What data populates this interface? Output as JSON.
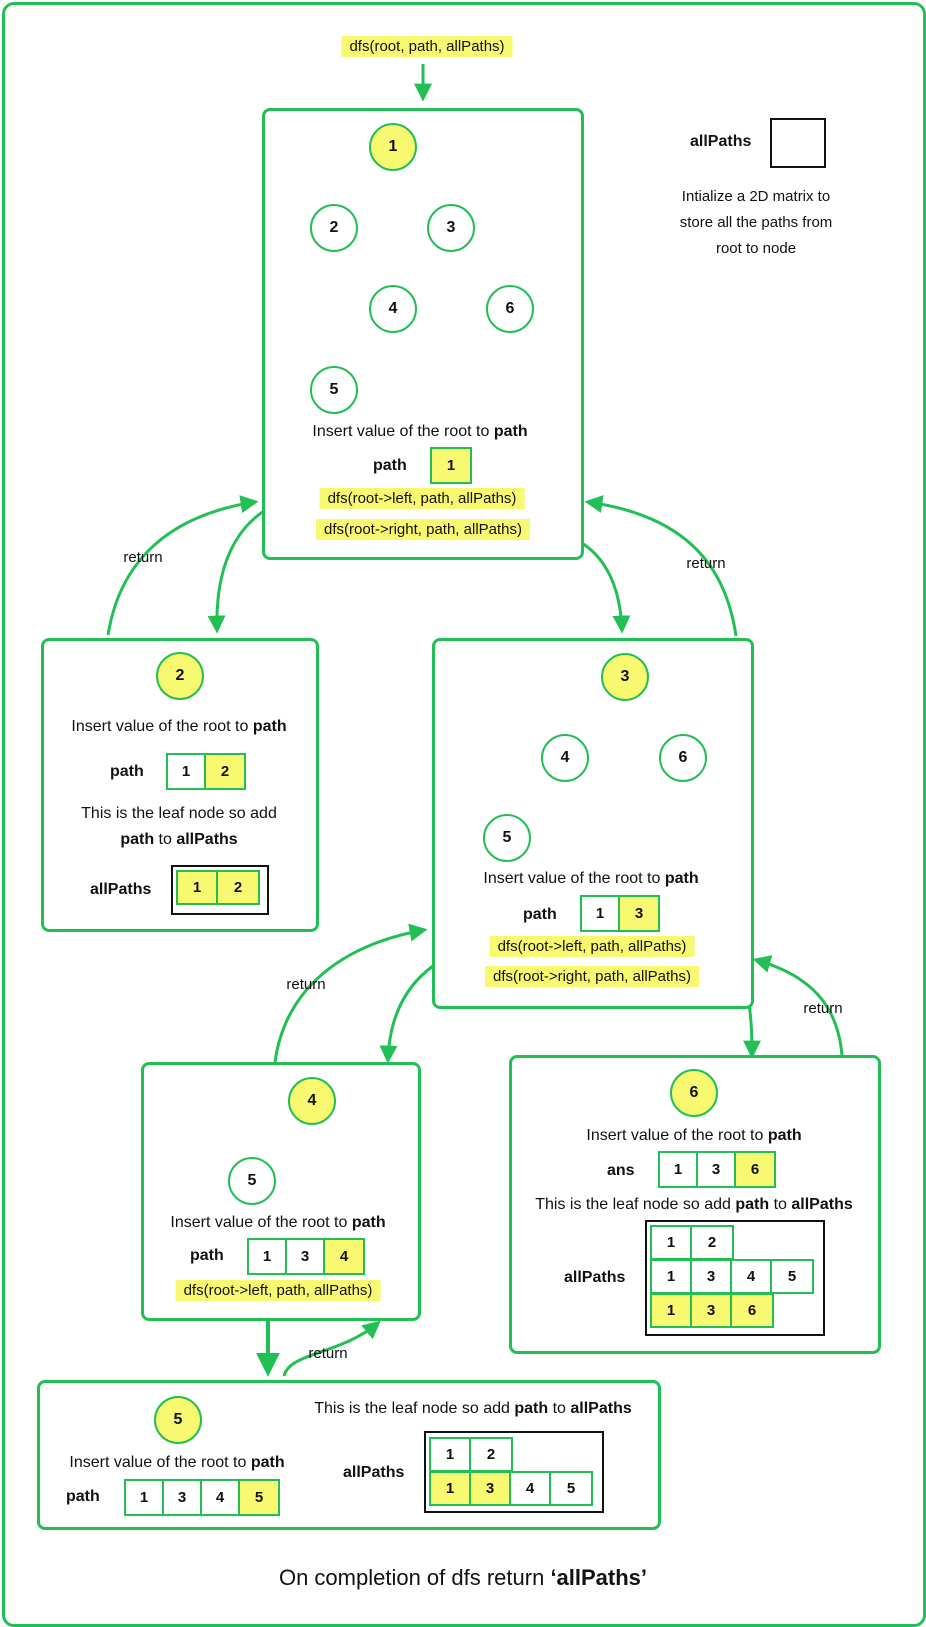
{
  "start_call": "dfs(root, path, allPaths)",
  "init": {
    "allpaths_label": "allPaths",
    "note_line1": "Intialize a 2D matrix to",
    "note_line2": "store all the paths from",
    "note_line3": "root to node"
  },
  "panel1": {
    "nodes": [
      "1",
      "2",
      "3",
      "4",
      "6",
      "5"
    ],
    "insert_prefix": "Insert value of the root to ",
    "insert_bold": "path",
    "path_label": "path",
    "path": [
      "1"
    ],
    "call_left": "dfs(root->left, path, allPaths)",
    "call_right": "dfs(root->right, path, allPaths)"
  },
  "panel2": {
    "node": "2",
    "insert_prefix": "Insert value of the root to ",
    "insert_bold": "path",
    "path_label": "path",
    "path": [
      "1",
      "2"
    ],
    "leaf_line1": "This is the leaf node so add",
    "leaf_line2_bold1": "path",
    "leaf_line2_mid": " to ",
    "leaf_line2_bold2": "allPaths",
    "allpaths_label": "allPaths",
    "allpaths": [
      [
        "1",
        "2"
      ]
    ]
  },
  "panel3": {
    "nodes": [
      "3",
      "4",
      "6",
      "5"
    ],
    "insert_prefix": "Insert value of the root to ",
    "insert_bold": "path",
    "path_label": "path",
    "path": [
      "1",
      "3"
    ],
    "call_left": "dfs(root->left, path, allPaths)",
    "call_right": "dfs(root->right, path, allPaths)"
  },
  "panel4": {
    "nodes": [
      "4",
      "5"
    ],
    "insert_prefix": "Insert value of the root to ",
    "insert_bold": "path",
    "path_label": "path",
    "path": [
      "1",
      "3",
      "4"
    ],
    "call_left": "dfs(root->left, path, allPaths)"
  },
  "panel6": {
    "node": "6",
    "insert_prefix": "Insert value of the root to ",
    "insert_bold": "path",
    "path_label": "ans",
    "path": [
      "1",
      "3",
      "6"
    ],
    "leaf_prefix": "This is the leaf node so add ",
    "leaf_bold1": "path",
    "leaf_mid": " to ",
    "leaf_bold2": "allPaths",
    "allpaths_label": "allPaths",
    "allpaths": [
      [
        "1",
        "2"
      ],
      [
        "1",
        "3",
        "4",
        "5"
      ],
      [
        "1",
        "3",
        "6"
      ]
    ]
  },
  "panel5": {
    "node": "5",
    "insert_prefix": "Insert value of the root to ",
    "insert_bold": "path",
    "path_label": "path",
    "path": [
      "1",
      "3",
      "4",
      "5"
    ],
    "leaf_prefix": "This is the leaf node so add ",
    "leaf_bold1": "path",
    "leaf_mid": " to ",
    "leaf_bold2": "allPaths",
    "allpaths_label": "allPaths",
    "allpaths": [
      [
        "1",
        "2"
      ],
      [
        "1",
        "3",
        "4",
        "5"
      ]
    ]
  },
  "return_label": "return",
  "footer_prefix": "On completion of dfs return ",
  "footer_bold": "‘allPaths’",
  "colors": {
    "green": "#22bf55",
    "highlight": "#f9f971"
  }
}
